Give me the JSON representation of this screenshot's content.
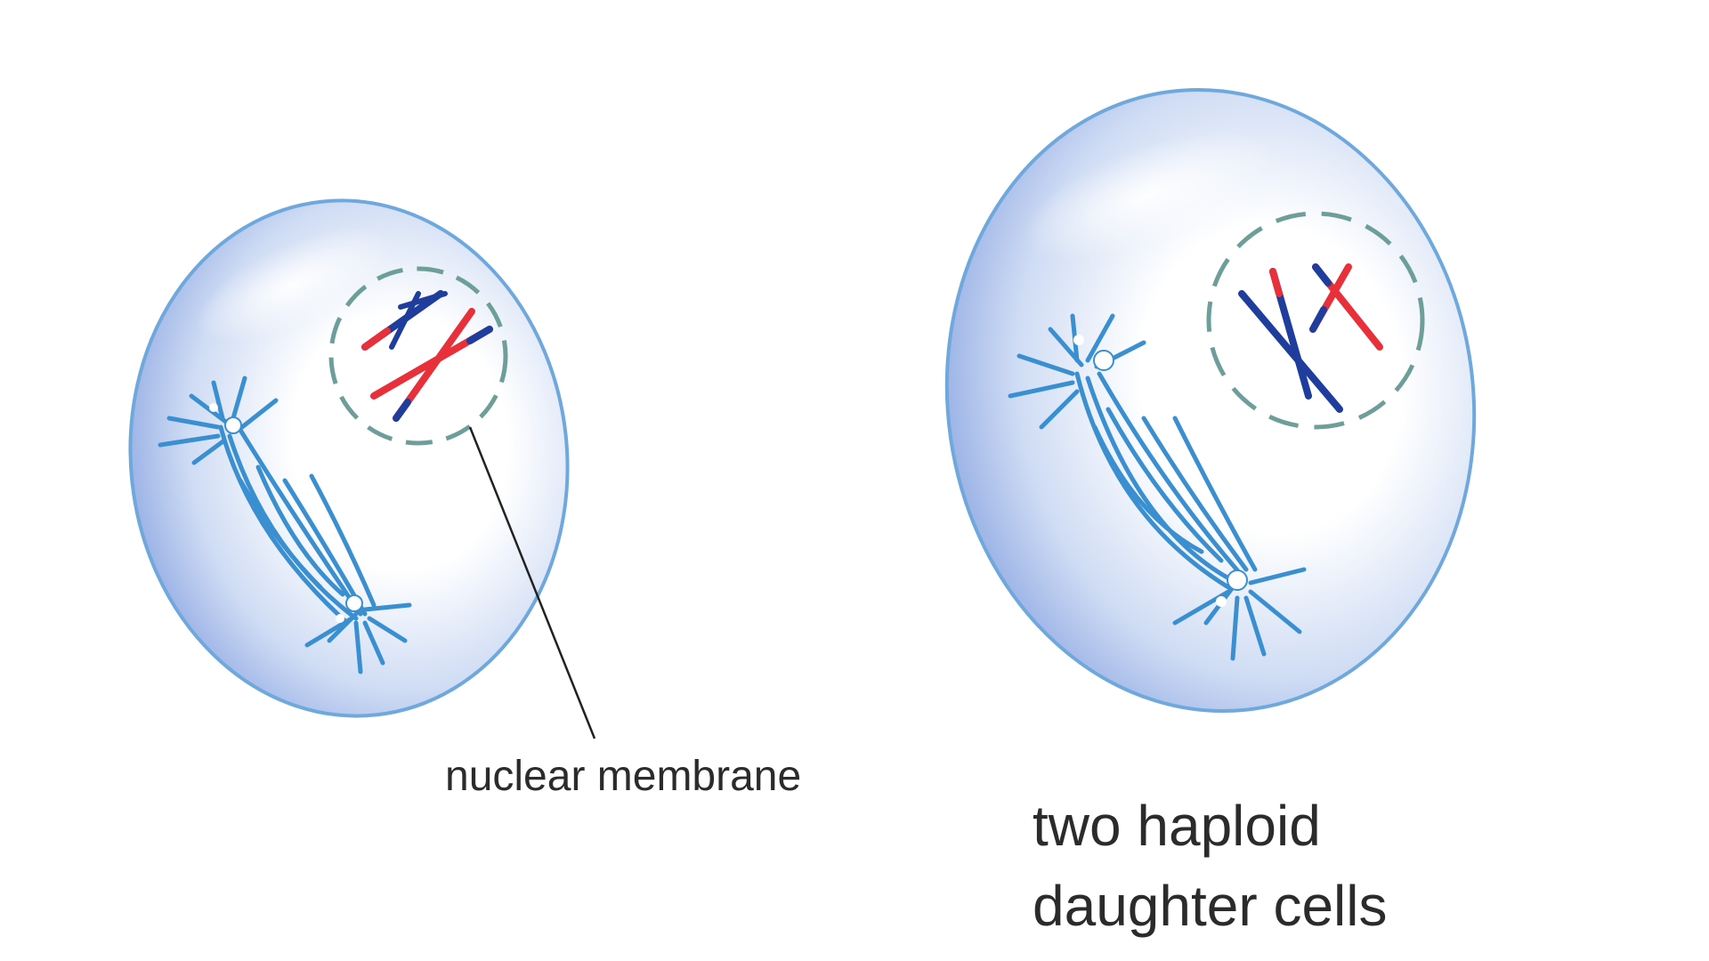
{
  "labels": {
    "membrane_label": "nuclear membrane",
    "caption_line1": "two haploid",
    "caption_line2": "daughter cells"
  },
  "colors": {
    "cytoplasm_light": "#ffffff",
    "cytoplasm_mid": "#cfdcf4",
    "cytoplasm_edge": "#9db4e6",
    "cell_outline": "#6fa8dc",
    "spindle": "#3a8fd0",
    "nuclear_membrane": "#6e9e99",
    "chromosome_red": "#e8303a",
    "chromosome_blue": "#1f3d9c",
    "leader_line": "#222222",
    "text": "#2b2b2b"
  },
  "cells": [
    {
      "name": "daughter-cell-1",
      "chromosomes": [
        "blue",
        "red"
      ]
    },
    {
      "name": "daughter-cell-2",
      "chromosomes": [
        "blue",
        "red"
      ]
    }
  ]
}
